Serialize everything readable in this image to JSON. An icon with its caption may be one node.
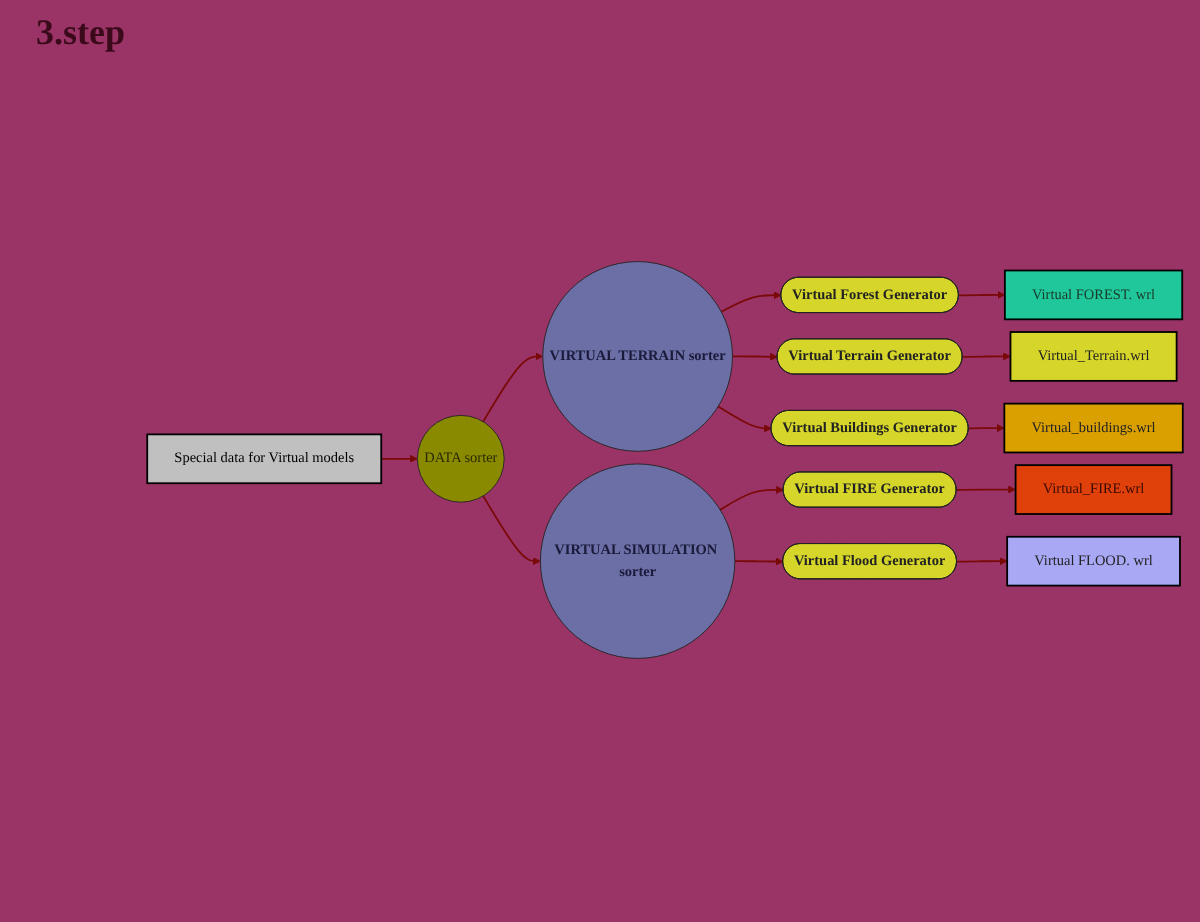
{
  "diagram": {
    "title": "3.step",
    "nodes": [
      {
        "text": [
          "Special data for Virtual models"
        ]
      },
      {
        "text": [
          "VIRTUAL TERRAIN sorter"
        ]
      },
      {
        "text": [
          "DATA sorter"
        ]
      },
      {
        "text": [
          "VIRTUAL SIMULATION sorter"
        ]
      },
      {
        "text": [
          "Virtual Forest Generator"
        ]
      },
      {
        "text": [
          "Virtual FOREST. wrl"
        ]
      },
      {
        "text": [
          "Virtual Terrain Generator"
        ]
      },
      {
        "text": [
          "Virtual_Terrain.wrl"
        ]
      },
      {
        "text": [
          "Virtual Buildings Generator"
        ]
      },
      {
        "text": [
          "Virtual_buildings.wrl"
        ]
      },
      {
        "text": [
          "Virtual FIRE Generator"
        ]
      },
      {
        "text": [
          "Virtual_FIRE.wrl"
        ]
      },
      {
        "text": [
          "Virtual Flood Generator"
        ]
      },
      {
        "text": [
          "Virtual FLOOD. wrl"
        ]
      }
    ],
    "edges": [
      {
        "from": 0,
        "to": 2,
        "arrow": "to"
      },
      {
        "from": 2,
        "to": 1,
        "arrow": "to"
      },
      {
        "from": 2,
        "to": 3,
        "arrow": "to"
      },
      {
        "from": 1,
        "to": 4,
        "arrow": "to"
      },
      {
        "from": 1,
        "to": 6,
        "arrow": "to"
      },
      {
        "from": 1,
        "to": 8,
        "arrow": "to"
      },
      {
        "from": 3,
        "to": 10,
        "arrow": "to"
      },
      {
        "from": 3,
        "to": 12,
        "arrow": "to"
      },
      {
        "from": 4,
        "to": 5,
        "arrow": "to"
      },
      {
        "from": 6,
        "to": 7,
        "arrow": "to"
      },
      {
        "from": 8,
        "to": 9,
        "arrow": "to"
      },
      {
        "from": 10,
        "to": 11,
        "arrow": "to"
      },
      {
        "from": 12,
        "to": 13,
        "arrow": "to"
      }
    ]
  }
}
